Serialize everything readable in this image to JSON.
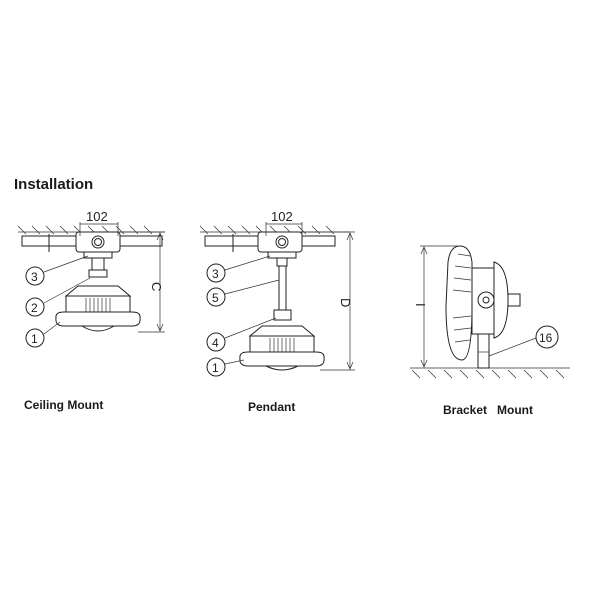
{
  "title": "Installation",
  "views": [
    {
      "caption": "Ceiling Mount",
      "dimension_width": "102",
      "dimension_height_label": "C",
      "callouts": [
        "3",
        "2",
        "1"
      ]
    },
    {
      "caption": "Pendant",
      "dimension_width": "102",
      "dimension_height_label": "D",
      "callouts": [
        "3",
        "5",
        "4",
        "1"
      ]
    },
    {
      "caption": "Bracket   Mount",
      "dimension_height_label": "I",
      "callouts": [
        "16"
      ]
    }
  ]
}
